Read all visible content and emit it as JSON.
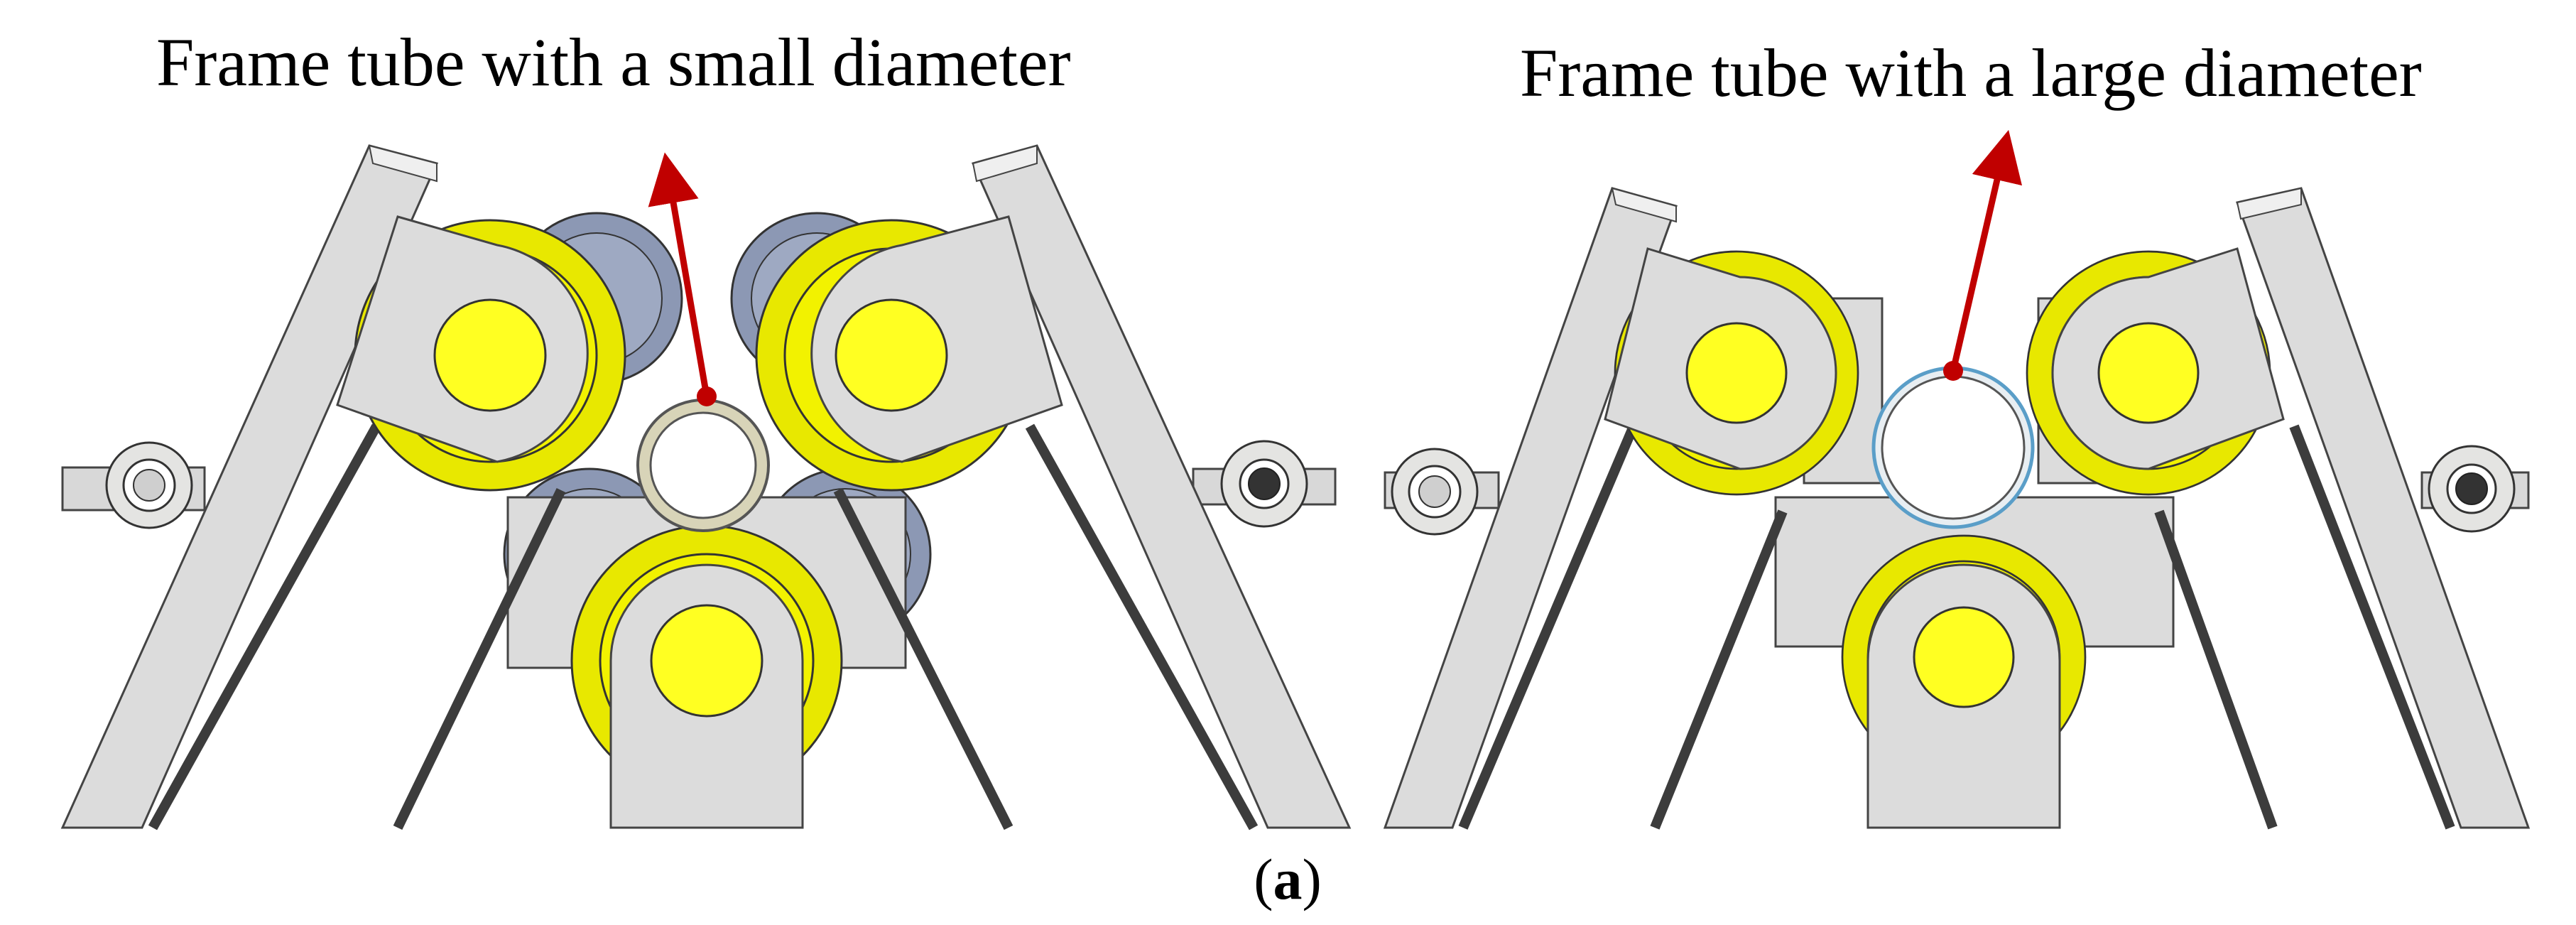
{
  "labels": {
    "left": "Frame tube with a small diameter",
    "right": "Frame tube with a large diameter"
  },
  "caption": {
    "open": "(",
    "letter": "a",
    "close": ")"
  },
  "colors": {
    "roller_yellow": "#f2f200",
    "roller_hub": "#ffff22",
    "arm_gray": "#dededc",
    "arrow_red": "#c00000",
    "belt_dark": "#3c3c3c",
    "back_roller_blue": "#8c98b4"
  }
}
